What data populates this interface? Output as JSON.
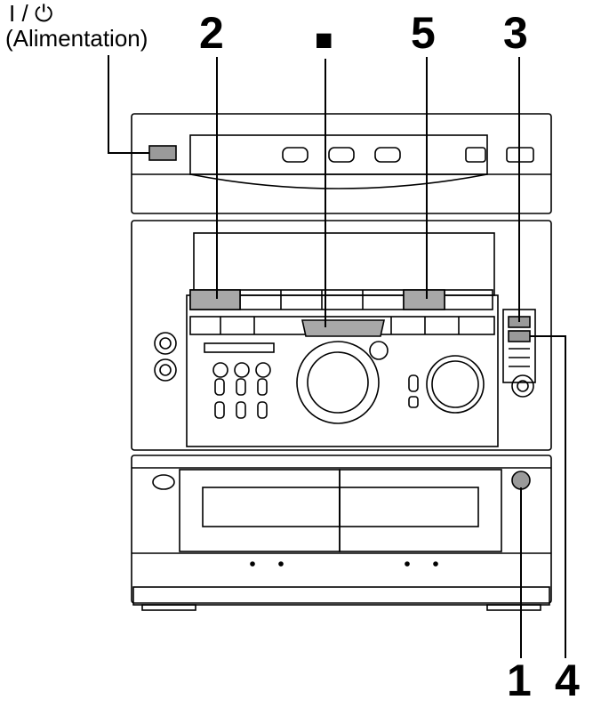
{
  "labels": {
    "power_symbol": "I / ⏻",
    "power_name": "(Alimentation)",
    "stop_symbol": "■",
    "n1": "1",
    "n2": "2",
    "n3": "3",
    "n4": "4",
    "n5": "5"
  }
}
